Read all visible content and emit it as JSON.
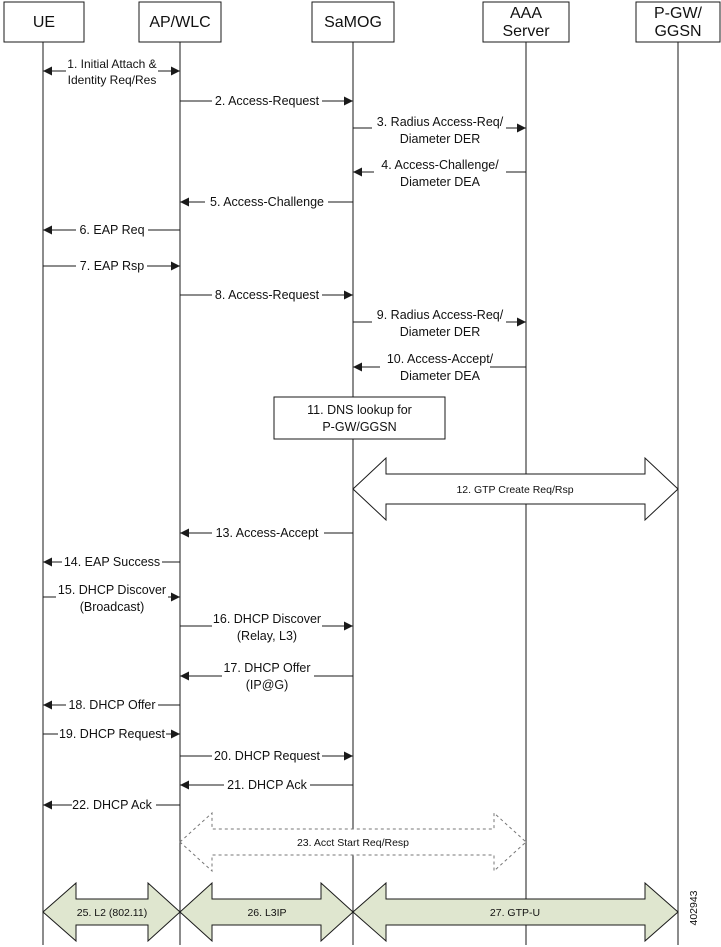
{
  "participants": [
    {
      "id": "ue",
      "lines": [
        "UE"
      ]
    },
    {
      "id": "ap",
      "lines": [
        "AP/WLC"
      ]
    },
    {
      "id": "samog",
      "lines": [
        "SaMOG"
      ]
    },
    {
      "id": "aaa",
      "lines": [
        "AAA",
        "Server"
      ]
    },
    {
      "id": "pgw",
      "lines": [
        "P-GW/",
        "GGSN"
      ]
    }
  ],
  "messages": [
    {
      "id": "m1",
      "lines": [
        "1. Initial Attach &",
        "Identity Req/Res"
      ]
    },
    {
      "id": "m2",
      "lines": [
        "2. Access-Request"
      ]
    },
    {
      "id": "m3",
      "lines": [
        "3. Radius Access-Req/",
        "Diameter DER"
      ]
    },
    {
      "id": "m4",
      "lines": [
        "4. Access-Challenge/",
        "Diameter DEA"
      ]
    },
    {
      "id": "m5",
      "lines": [
        "5. Access-Challenge"
      ]
    },
    {
      "id": "m6",
      "lines": [
        "6. EAP Req"
      ]
    },
    {
      "id": "m7",
      "lines": [
        "7. EAP Rsp"
      ]
    },
    {
      "id": "m8",
      "lines": [
        "8. Access-Request"
      ]
    },
    {
      "id": "m9",
      "lines": [
        "9. Radius Access-Req/",
        "Diameter DER"
      ]
    },
    {
      "id": "m10",
      "lines": [
        "10. Access-Accept/",
        "Diameter DEA"
      ]
    },
    {
      "id": "m13",
      "lines": [
        "13. Access-Accept"
      ]
    },
    {
      "id": "m14",
      "lines": [
        "14. EAP Success"
      ]
    },
    {
      "id": "m15",
      "lines": [
        "15. DHCP Discover",
        "(Broadcast)"
      ]
    },
    {
      "id": "m16",
      "lines": [
        "16. DHCP Discover",
        "(Relay, L3)"
      ]
    },
    {
      "id": "m17",
      "lines": [
        "17. DHCP Offer",
        "(IP@G)"
      ]
    },
    {
      "id": "m18",
      "lines": [
        "18. DHCP Offer"
      ]
    },
    {
      "id": "m19",
      "lines": [
        "19. DHCP Request"
      ]
    },
    {
      "id": "m20",
      "lines": [
        "20. DHCP Request"
      ]
    },
    {
      "id": "m21",
      "lines": [
        "21. DHCP Ack"
      ]
    },
    {
      "id": "m22",
      "lines": [
        "22. DHCP Ack"
      ]
    }
  ],
  "dns_box": {
    "lines": [
      "11. DNS lookup for",
      "P-GW/GGSN"
    ]
  },
  "tunnels": [
    {
      "id": "t12",
      "label": "12. GTP Create Req/Rsp"
    },
    {
      "id": "t23",
      "label": "23. Acct Start Req/Resp"
    },
    {
      "id": "t25",
      "label": "25. L2 (802.11)"
    },
    {
      "id": "t26",
      "label": "26. L3IP"
    },
    {
      "id": "t27",
      "label": "27. GTP-U"
    }
  ],
  "figure_id": "402943",
  "colors": {
    "line": "#1a1a1a",
    "fill_header": "#ffffff",
    "fill_data_tunnel": "#dfe6cf",
    "dashed": "#777777"
  }
}
